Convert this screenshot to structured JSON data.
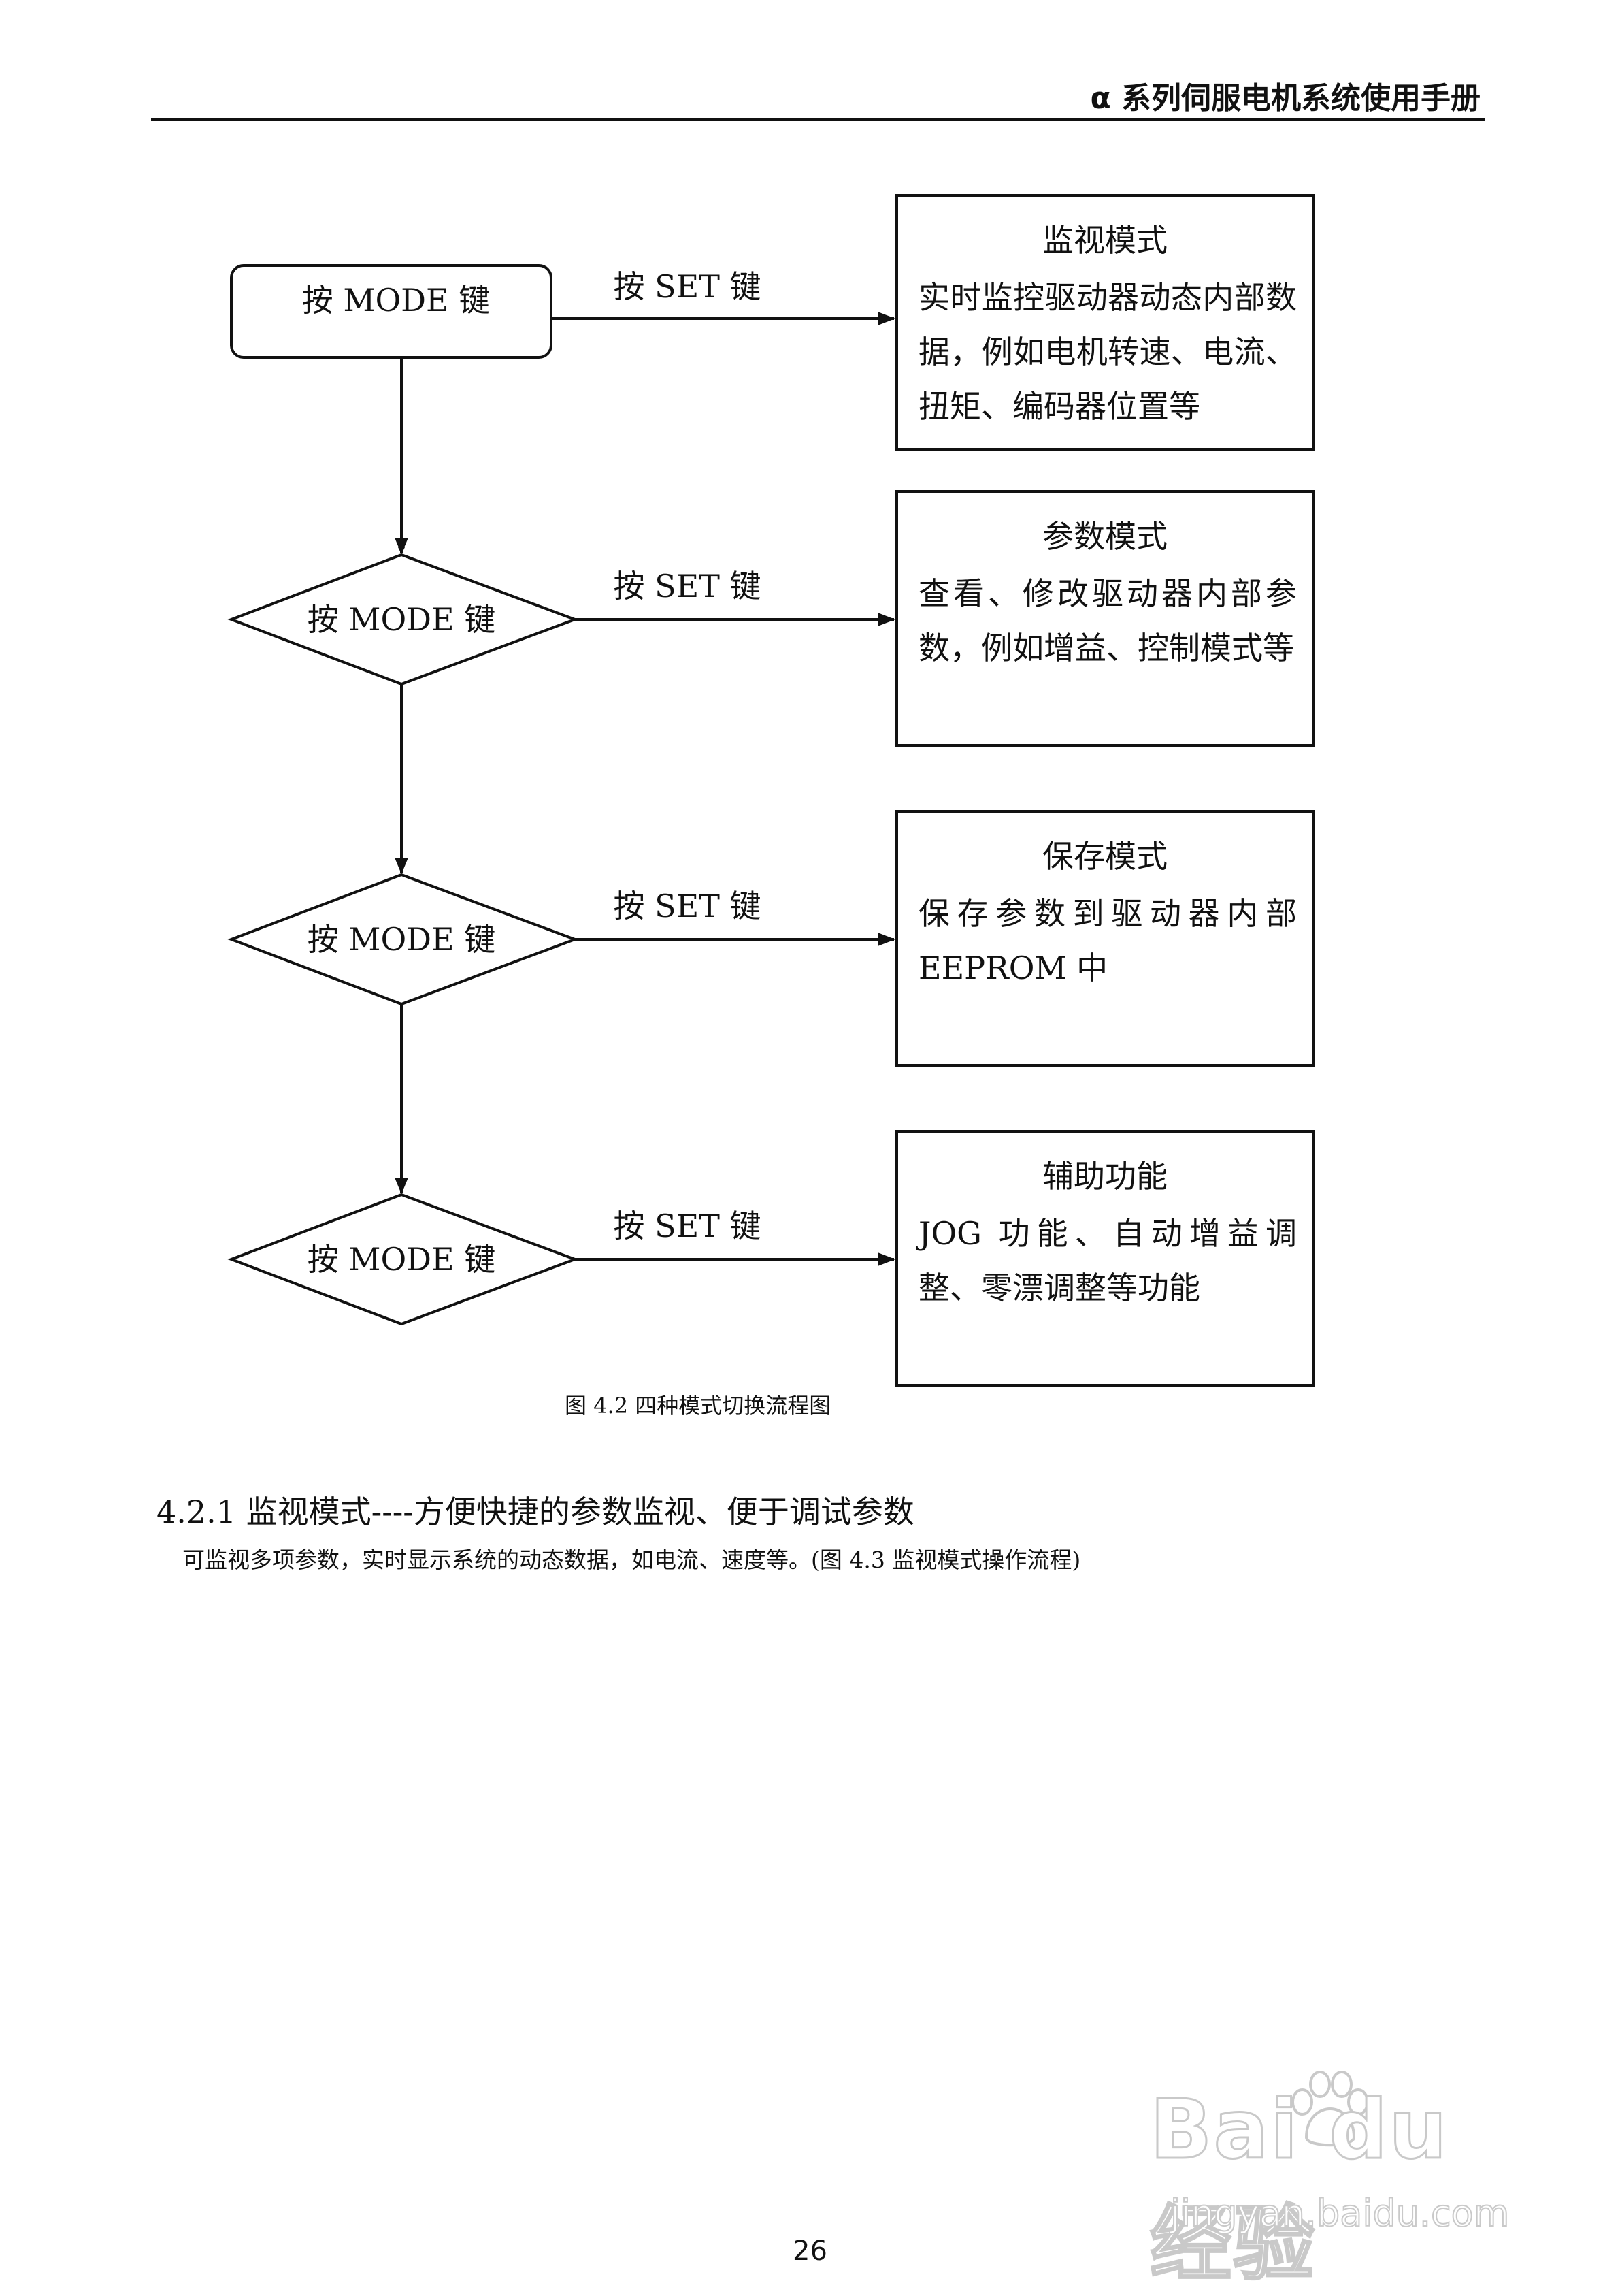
{
  "header": {
    "title": "α 系列伺服电机系统使用手册"
  },
  "flowchart": {
    "start_node": "按 MODE 键",
    "decision_nodes": [
      "按 MODE 键",
      "按 MODE 键",
      "按 MODE 键"
    ],
    "edge_labels": [
      "按 SET 键",
      "按 SET 键",
      "按 SET 键",
      "按 SET 键"
    ],
    "modes": [
      {
        "title": "监视模式",
        "description": "实时监控驱动器动态内部数据，例如电机转速、电流、扭矩、编码器位置等"
      },
      {
        "title": "参数模式",
        "description": "查看、修改驱动器内部参数，例如增益、控制模式等"
      },
      {
        "title": "保存模式",
        "description": "保存参数到驱动器内部 EEPROM 中"
      },
      {
        "title": "辅助功能",
        "description": "JOG 功能、自动增益调整、零漂调整等功能"
      }
    ]
  },
  "caption": "图 4.2 四种模式切换流程图",
  "section": {
    "heading": "4.2.1 监视模式----方便快捷的参数监视、便于调试参数",
    "body": "可监视多项参数，实时显示系统的动态数据，如电流、速度等。(图 4.3 监视模式操作流程)"
  },
  "page_number": "26",
  "watermark": {
    "brand": "Bai du 经验",
    "url": "jingyan.baidu.com"
  }
}
